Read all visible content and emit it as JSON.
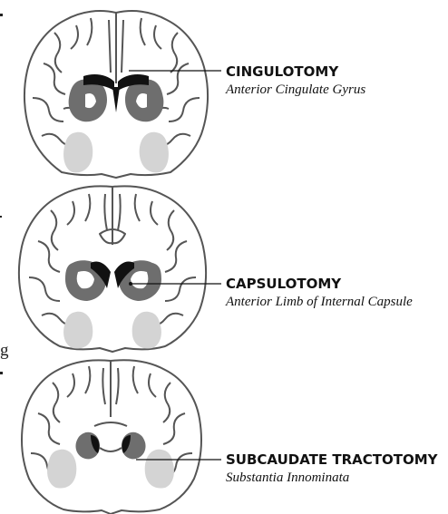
{
  "panels": [
    {
      "title": "CINGULOTOMY",
      "subtitle": "Anterior Cingulate Gyrus"
    },
    {
      "title": "CAPSULOTOMY",
      "subtitle": "Anterior Limb of Internal Capsule"
    },
    {
      "title": "SUBCAUDATE TRACTOTOMY",
      "subtitle": "Substantia Innominata"
    }
  ],
  "edge_text": {
    "left_cut": "g"
  },
  "colors": {
    "outline": "#555555",
    "tissue": "#ffffff",
    "dark_gray": "#6e6e6e",
    "light_gray": "#d4d4d4",
    "lesion": "#111111"
  }
}
